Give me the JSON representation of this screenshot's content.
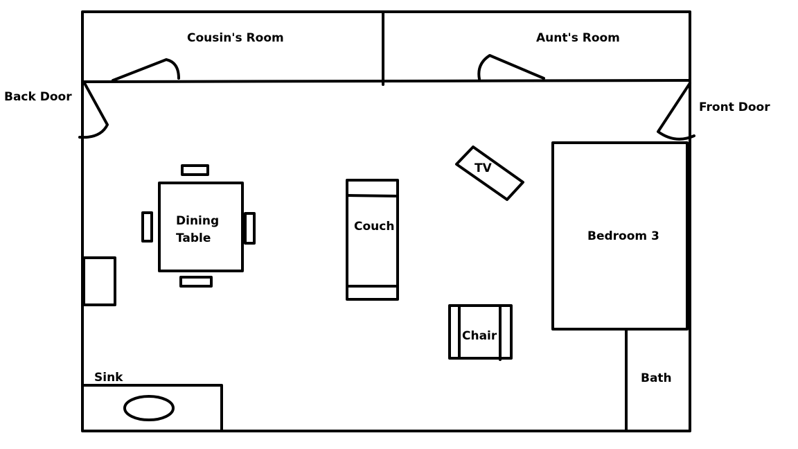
{
  "labels": {
    "cousins_room": "Cousin's Room",
    "aunts_room": "Aunt's Room",
    "back_door": "Back Door",
    "front_door": "Front Door",
    "tv": "TV",
    "dining_table_line1": "Dining",
    "dining_table_line2": "Table",
    "couch": "Couch",
    "bedroom_3": "Bedroom 3",
    "chair": "Chair",
    "sink": "Sink",
    "bath": "Bath"
  },
  "colors": {
    "line": "#000000",
    "background": "#ffffff"
  }
}
